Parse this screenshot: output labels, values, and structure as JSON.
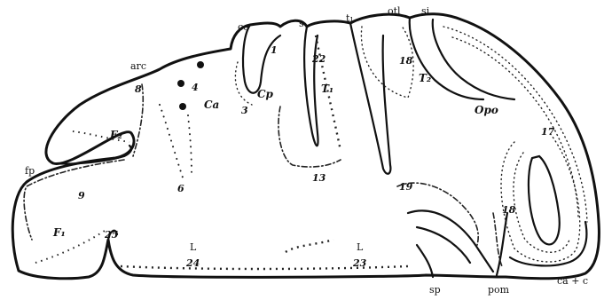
{
  "diagram": {
    "labels": {
      "ce": "ce",
      "s": "s",
      "t1": "t₁",
      "otl": "otl",
      "si": "si",
      "arc": "arc",
      "n4": "4",
      "Ca": "Ca",
      "Cp": "Cp",
      "n3": "3",
      "n1": "1",
      "n22": "22",
      "T1": "T₁",
      "n18a": "18",
      "T2": "T₂",
      "n8": "8",
      "F2": "F₂",
      "Opo": "Opo",
      "n17": "17",
      "fp": "fp",
      "n9": "9",
      "n6": "6",
      "n13": "13",
      "n19": "19",
      "n18b": "18",
      "F1": "F₁",
      "n25": "25",
      "L_left": "L",
      "n24": "24",
      "L_right": "L",
      "n23": "23",
      "sp": "sp",
      "pom": "pom",
      "cac": "ca + c"
    }
  }
}
